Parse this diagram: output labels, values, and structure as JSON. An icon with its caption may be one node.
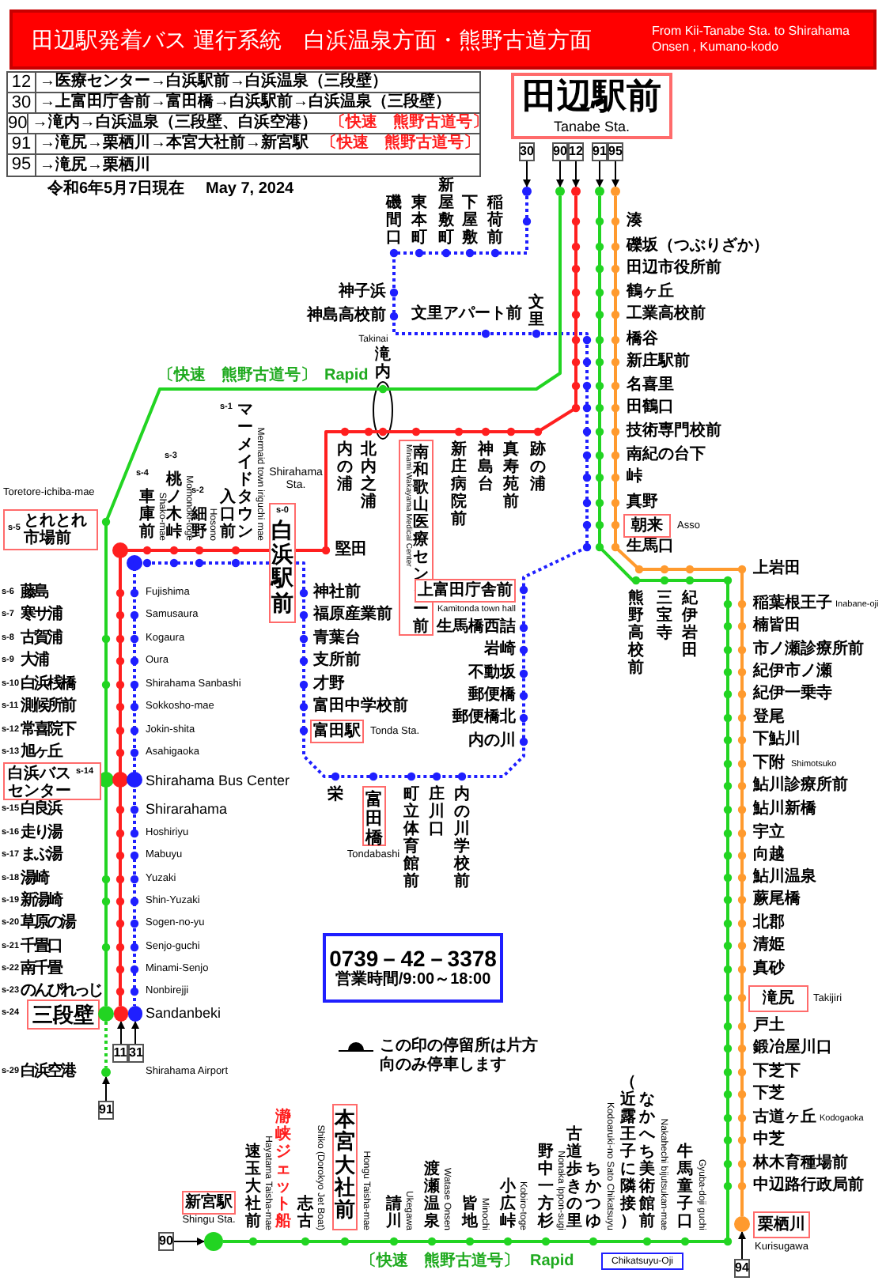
{
  "diagram": {
    "title": "田辺駅発着バス 運行系統　白浜温泉方面・熊野古道方面",
    "nodes": [
      {
        "text": [
          "田辺駅前",
          "Tanabe Sta."
        ]
      },
      {
        "text": [
          "30"
        ]
      },
      {
        "text": [
          "90"
        ]
      },
      {
        "text": [
          "12"
        ]
      },
      {
        "text": [
          "91"
        ]
      },
      {
        "text": [
          "95"
        ]
      },
      {
        "text": [
          "s-5",
          "とれとれ市場前"
        ],
        "beside": [
          "Toretore-ichiba-mae"
        ]
      },
      {
        "text": [
          "s-0",
          "白浜駅前"
        ]
      },
      {
        "text": [
          "南和歌山医療センター前",
          "Minami Wakayama Medical Center"
        ]
      },
      {
        "text": [
          "朝来"
        ],
        "beside": [
          "Asso"
        ]
      },
      {
        "text": [
          "上富田庁舎前"
        ],
        "beside": [
          "Kamitonda town hall"
        ]
      },
      {
        "text": [
          "富田駅"
        ],
        "beside": [
          "Tonda Sta."
        ]
      },
      {
        "text": [
          "白浜バスセンター",
          "s-14"
        ]
      },
      {
        "text": [
          "富田橋"
        ],
        "beside": [
          "Tondabashi"
        ]
      },
      {
        "text": [
          "三段壁"
        ]
      },
      {
        "text": [
          "11"
        ]
      },
      {
        "text": [
          "31"
        ]
      },
      {
        "text": [
          "91"
        ]
      },
      {
        "text": [
          "滝尻"
        ],
        "beside": [
          "Takijiri"
        ]
      },
      {
        "text": [
          "栗栖川"
        ],
        "beside": [
          "Kurisugawa"
        ]
      },
      {
        "text": [
          "94"
        ]
      },
      {
        "text": [
          "本宮大社前"
        ],
        "beside": [
          "Hongu Taisha-mae"
        ]
      },
      {
        "text": [
          "新宮駅"
        ],
        "beside": [
          "Shingu Sta."
        ]
      },
      {
        "text": [
          "90"
        ]
      },
      {
        "text": [
          "Chikatsuyu-Oji"
        ]
      },
      {
        "text": [
          "0739－42－3378",
          "営業時間/9:00～18:00"
        ]
      },
      {
        "text": [],
        "shape": "circle"
      },
      {
        "text": [],
        "shape": "circle"
      },
      {
        "text": [],
        "shape": "circle"
      },
      {
        "text": [],
        "shape": "circle"
      },
      {
        "text": [],
        "shape": "circle"
      },
      {
        "text": [],
        "shape": "circle"
      },
      {
        "text": [],
        "shape": "circle"
      },
      {
        "text": [],
        "shape": "circle"
      },
      {
        "text": [],
        "shape": "circle"
      },
      {
        "text": [],
        "shape": "circle"
      },
      {
        "text": [],
        "shape": "circle"
      }
    ],
    "edges": [
      {
        "from": 1,
        "to": 26,
        "arrow": "to"
      },
      {
        "from": 2,
        "to": 27,
        "arrow": "to"
      },
      {
        "from": 3,
        "to": 28,
        "arrow": "to"
      },
      {
        "from": 4,
        "to": 29,
        "arrow": "to"
      },
      {
        "from": 5,
        "to": 30,
        "arrow": "to"
      },
      {
        "from": 15,
        "to": 31,
        "arrow": "to"
      },
      {
        "from": 16,
        "to": 32,
        "arrow": "to"
      },
      {
        "from": 17,
        "to": 33,
        "arrow": "to"
      },
      {
        "from": 20,
        "to": 34,
        "arrow": "to"
      },
      {
        "from": 23,
        "to": 35,
        "arrow": "to"
      },
      {
        "from": 26,
        "to": 7,
        "arrow": "none",
        "style": "dashed",
        "color": "#1f1fff"
      },
      {
        "from": 7,
        "to": 32,
        "arrow": "none",
        "style": "dashed",
        "color": "#1f1fff"
      },
      {
        "from": 28,
        "to": 7,
        "arrow": "none",
        "color": "#ff1f1f"
      },
      {
        "from": 7,
        "to": 31,
        "arrow": "none",
        "color": "#ff1f1f"
      },
      {
        "from": 27,
        "to": 36,
        "arrow": "none",
        "color": "#22d422"
      },
      {
        "from": 36,
        "to": 33,
        "arrow": "none",
        "style": "dashed",
        "color": "#22d422"
      },
      {
        "from": 29,
        "to": 35,
        "arrow": "none",
        "color": "#22d422"
      },
      {
        "from": 30,
        "to": 34,
        "arrow": "none",
        "color": "#ff9a2e"
      }
    ],
    "labels": [
      "From  Kii-Tanabe Sta. to Shirahama Onsen , Kumano-kodo",
      "12",
      "→医療センター→白浜駅前→白浜温泉（三段壁）",
      "30",
      "→上富田庁舎前→富田橋→白浜駅前→白浜温泉（三段壁）",
      "90",
      "→滝内→白浜温泉（三段壁、白浜空港）",
      "〔快速　熊野古道号〕",
      "91",
      "→滝尻→栗栖川→本宮大社前→新宮駅",
      "〔快速　熊野古道号〕",
      "95",
      "→滝尻→栗栖川",
      "令和6年5月7日現在",
      "May 7, 2024",
      "磯間口",
      "東本町",
      "新屋敷町",
      "下屋敷",
      "稲荷前",
      "神子浜",
      "神島高校前",
      "文里アパート前",
      "文里",
      "Takinai",
      "滝内",
      "〔快速　熊野古道号〕",
      "Rapid",
      "内の浦",
      "北内之浦",
      "新庄病院前",
      "神島台",
      "真寿苑前",
      "跡の浦",
      "s-4",
      "車庫前",
      "Shako-mae",
      "s-3",
      "桃ノ木峠",
      "Momonoki-toge",
      "s-2",
      "細野",
      "Hosono",
      "s-1",
      "マーメイドタウン",
      "入口前",
      "Mermaid town iriguchi mae",
      "神社前",
      "福原産業前",
      "青葉台",
      "支所前",
      "才野",
      "富田中学校前",
      "堅田",
      "栄",
      "町立体育館前",
      "庄川口",
      "内の川学校前",
      "生馬橋西詰",
      "岩崎",
      "不動坂",
      "郵便橋",
      "郵便橋北",
      "内の川",
      "湊",
      "礫坂（つぶりざか）",
      "田辺市役所前",
      "鶴ヶ丘",
      "工業高校前",
      "橋谷",
      "新庄駅前",
      "名喜里",
      "田鶴口",
      "技術専門校前",
      "南紀の台下",
      "峠",
      "真野",
      "生馬口",
      "上岩田",
      "熊野高校前",
      "三宝寺",
      "紀伊岩田",
      "稲葉根王子",
      "Inabane-oji",
      "楠皆田",
      "市ノ瀬診療所前",
      "紀伊市ノ瀬",
      "紀伊一乗寺",
      "登尾",
      "下鮎川",
      "下附",
      "Shimotsuko",
      "鮎川診療所前",
      "鮎川新橋",
      "宇立",
      "向越",
      "鮎川温泉",
      "蕨尾橋",
      "北郡",
      "清姫",
      "真砂",
      "戸土",
      "鍛冶屋川口",
      "下芝下",
      "下芝",
      "古道ヶ丘",
      "Kodogaoka",
      "中芝",
      "林木育種場前",
      "中辺路行政局前",
      "s-6",
      "藤島",
      "Fujishima",
      "s-7",
      "寒サ浦",
      "Samusaura",
      "s-8",
      "古賀浦",
      "Kogaura",
      "s-9",
      "大浦",
      "Oura",
      "s-10",
      "白浜桟橋",
      "Shirahama Sanbashi",
      "s-11",
      "測候所前",
      "Sokkosho-mae",
      "s-12",
      "常喜院下",
      "Jokin-shita",
      "s-13",
      "旭ヶ丘",
      "Asahigaoka",
      "Shirahama Bus Center",
      "s-15",
      "白良浜",
      "Shirarahama",
      "s-16",
      "走り湯",
      "Hoshiriyu",
      "s-17",
      "まぶ湯",
      "Mabuyu",
      "s-18",
      "湯崎",
      "Yuzaki",
      "s-19",
      "新湯崎",
      "Shin-Yuzaki",
      "s-20",
      "草原の湯",
      "Sogen-no-yu",
      "s-21",
      "千畳口",
      "Senjo-guchi",
      "s-22",
      "南千畳",
      "Minami-Senjo",
      "s-23",
      "のんびれっじ",
      "Nonbirejji",
      "s-24",
      "Sandanbeki",
      "s-29",
      "白浜空港",
      "Shirahama Airport",
      "速玉大社前",
      "Hayatama Taisha-mae",
      "瀞峡ジェット船",
      "志古",
      "Shiko (Dorokyo Jet Boat)",
      "請川",
      "Ukegawa",
      "渡瀬温泉",
      "Watase Onsen",
      "皆地",
      "Minochi",
      "小広峠",
      "Kobiro-toge",
      "野中一方杉",
      "Nonaka Ippon-sugi",
      "古道歩きの里",
      "ちかつゆ",
      "Kodoaruki-no Sato Chikatsuyu",
      "（近露王子に隣接）",
      "なかへち美術館前",
      "Nakahechi bijutsukan-mae",
      "牛馬童子口",
      "Gyuba-doji guchi",
      "〔快速　熊野古道号〕",
      "Rapid",
      "この印の停留所は片方向のみ停車します",
      "Shirahama Sta."
    ]
  }
}
